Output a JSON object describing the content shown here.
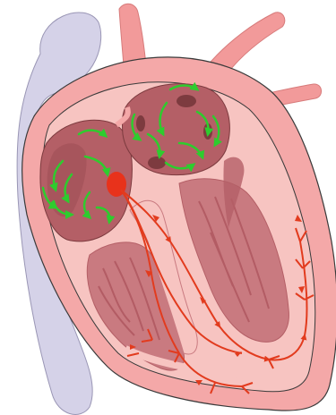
{
  "diagram": {
    "colors": {
      "background": "#ffffff",
      "outer_wall": "#f4a8a8",
      "wall_stroke": "#3a3a3a",
      "inner_wall": "#f7c4c1",
      "chamber_dark": "#b45f66",
      "chamber_mid": "#c97a80",
      "trabeculae": "#cf7f84",
      "vein_blue": "#d5d2e8",
      "vessel": "#f29a9a",
      "conduction_red": "#e23b1e",
      "node_red": "#e8321b",
      "activation_green": "#2ecc2e",
      "vein_hole": "#7d3b3f"
    },
    "components": [
      "superior-vena-cava",
      "aorta",
      "pulmonary-artery",
      "right-atrium",
      "left-atrium",
      "sinoatrial-node",
      "atrioventricular-node",
      "bundle-branches",
      "purkinje-fibers",
      "right-ventricle",
      "left-ventricle",
      "pulmonary-veins"
    ]
  }
}
